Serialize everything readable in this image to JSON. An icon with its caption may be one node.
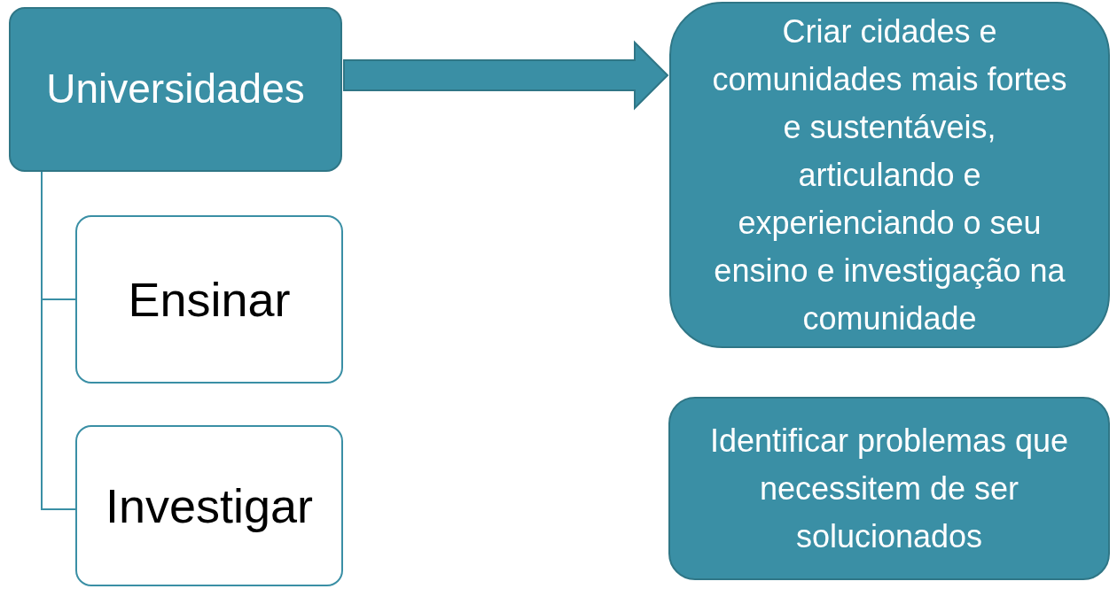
{
  "diagram": {
    "nodes": [
      {
        "text": [
          "Universidades"
        ]
      },
      {
        "text": [
          "Ensinar"
        ]
      },
      {
        "text": [
          "Investigar"
        ]
      },
      {
        "text": [
          "Criar cidades e comunidades mais fortes e sustentáveis, articulando e experienciando o seu ensino e investigação na comunidade"
        ]
      },
      {
        "text": [
          "Identificar problemas que necessitem de ser solucionados"
        ]
      }
    ],
    "edges": [
      {
        "from": 0,
        "to": 1,
        "arrow": "none"
      },
      {
        "from": 0,
        "to": 2,
        "arrow": "none"
      },
      {
        "from": 0,
        "to": 3,
        "arrow": "to",
        "style": "thick"
      }
    ]
  }
}
